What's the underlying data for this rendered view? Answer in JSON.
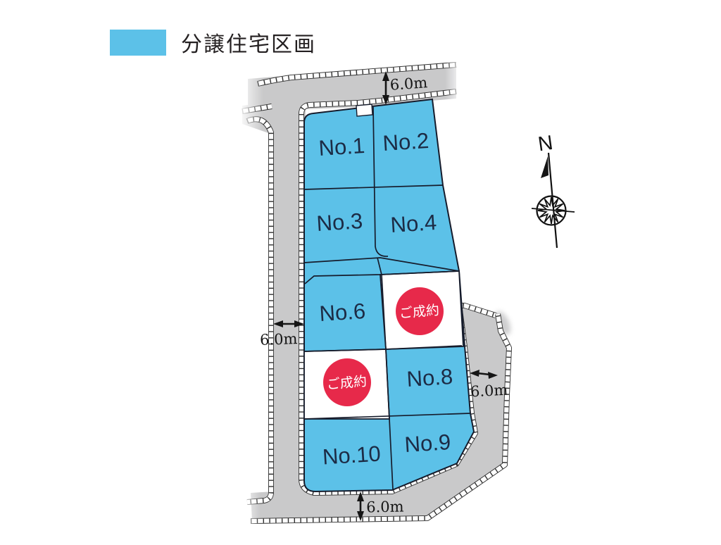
{
  "page": {
    "background": "#ffffff"
  },
  "legend": {
    "label": "分譲住宅区画",
    "swatch_color": "#5cc1e8"
  },
  "compass": {
    "north_label": "N"
  },
  "dimensions": {
    "top": "6.0m",
    "left": "6.0m",
    "right": "6.0m",
    "bottom": "6.0m"
  },
  "lots": [
    {
      "label": "No.1",
      "status": "available"
    },
    {
      "label": "No.2",
      "status": "available"
    },
    {
      "label": "No.3",
      "status": "available"
    },
    {
      "label": "No.4",
      "status": "available"
    },
    {
      "label": "No.6",
      "status": "available"
    },
    {
      "label": "ご成約",
      "status": "sold"
    },
    {
      "label": "ご成約",
      "status": "sold"
    },
    {
      "label": "No.8",
      "status": "available"
    },
    {
      "label": "No.10",
      "status": "available"
    },
    {
      "label": "No.9",
      "status": "available"
    }
  ],
  "colors": {
    "lot_fill": "#5cc1e8",
    "road_fill": "#c9c9ca",
    "sold_badge": "#e7294a",
    "lot_label": "#1c2b45"
  }
}
